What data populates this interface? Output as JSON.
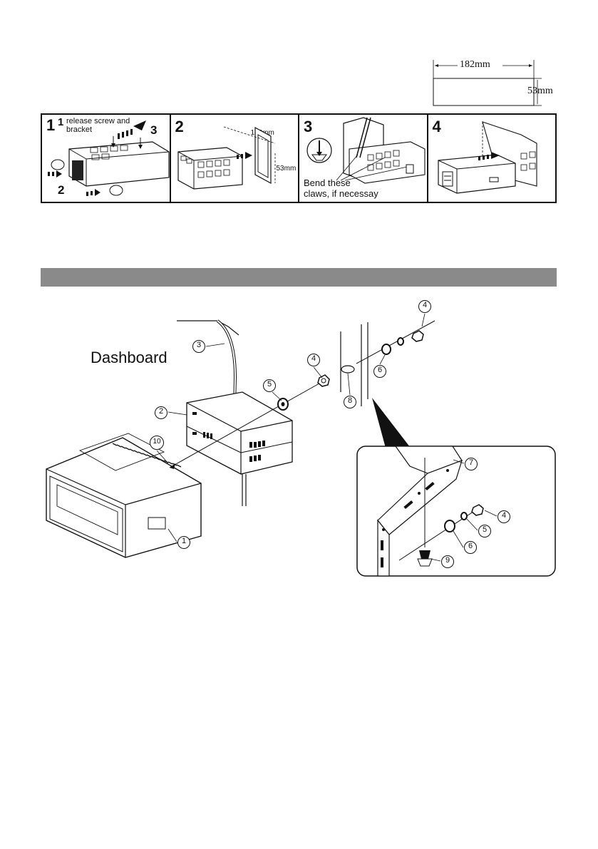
{
  "dimension_box": {
    "width_label": "182mm",
    "height_label": "53mm"
  },
  "steps": [
    {
      "number": "1",
      "text_lines": [
        "release screw and",
        "bracket"
      ],
      "sub_labels": [
        "1",
        "2",
        "3"
      ]
    },
    {
      "number": "2",
      "width_label": "182mm",
      "height_label": "53mm"
    },
    {
      "number": "3",
      "text_lines": [
        "Bend these",
        "claws, if necessay"
      ]
    },
    {
      "number": "4"
    }
  ],
  "section_bar": {
    "color": "#8a8a8a"
  },
  "diagram": {
    "dashboard_label": "Dashboard",
    "callouts": [
      "1",
      "2",
      "3",
      "4",
      "5",
      "6",
      "7",
      "8",
      "9",
      "10"
    ]
  }
}
